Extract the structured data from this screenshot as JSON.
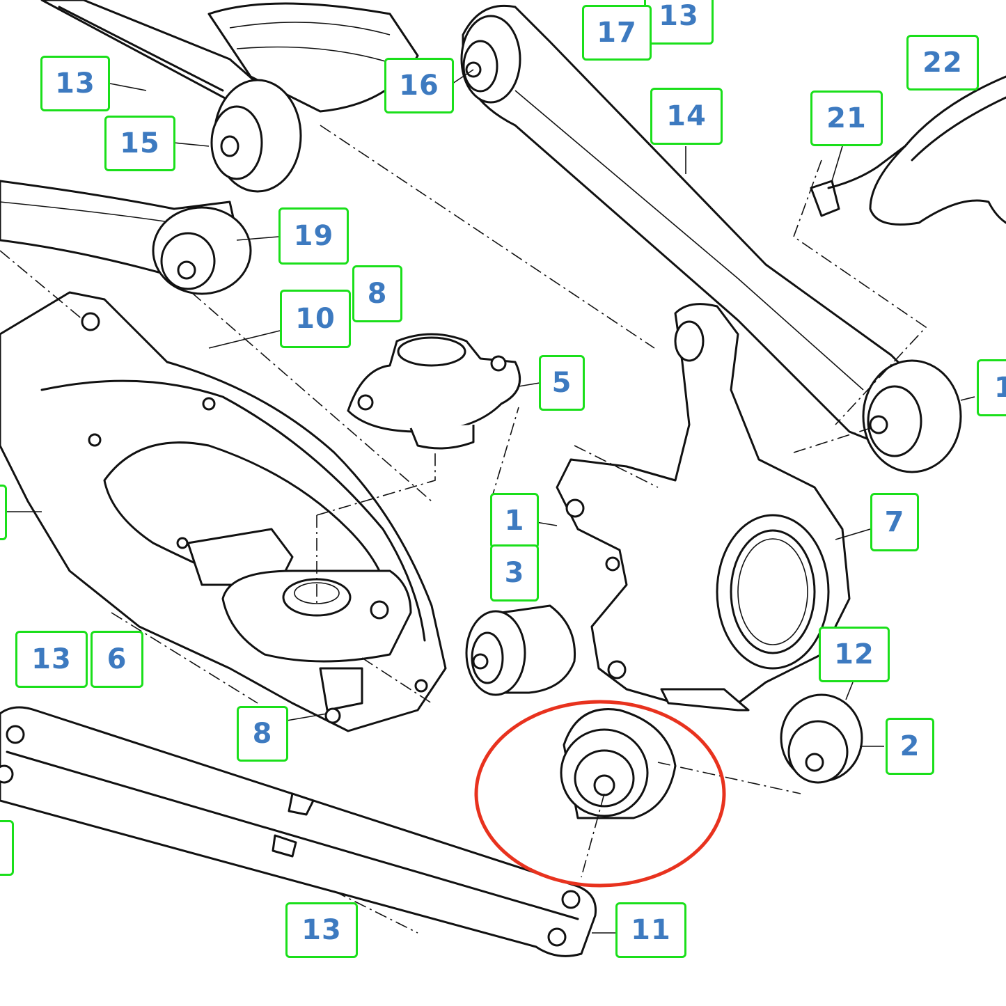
{
  "diagram": {
    "highlight_color": "#e8321e",
    "callout_border_color": "#1adf1a",
    "callout_text_color": "#3d7ac0",
    "callouts": [
      {
        "id": "c13a",
        "label": "13"
      },
      {
        "id": "c15",
        "label": "15"
      },
      {
        "id": "c16",
        "label": "16"
      },
      {
        "id": "c17",
        "label": "17"
      },
      {
        "id": "c13b",
        "label": "13"
      },
      {
        "id": "c14",
        "label": "14"
      },
      {
        "id": "c22",
        "label": "22"
      },
      {
        "id": "c21",
        "label": "21"
      },
      {
        "id": "c19",
        "label": "19"
      },
      {
        "id": "c8a",
        "label": "8"
      },
      {
        "id": "c10",
        "label": "10"
      },
      {
        "id": "c5",
        "label": "5"
      },
      {
        "id": "c1r",
        "label": "1"
      },
      {
        "id": "c1",
        "label": "1"
      },
      {
        "id": "c7",
        "label": "7"
      },
      {
        "id": "c3",
        "label": "3"
      },
      {
        "id": "c13c",
        "label": "13"
      },
      {
        "id": "c6",
        "label": "6"
      },
      {
        "id": "c12",
        "label": "12"
      },
      {
        "id": "c8b",
        "label": "8"
      },
      {
        "id": "c2",
        "label": "2"
      },
      {
        "id": "c13d",
        "label": "13"
      },
      {
        "id": "c11",
        "label": "11"
      }
    ]
  }
}
